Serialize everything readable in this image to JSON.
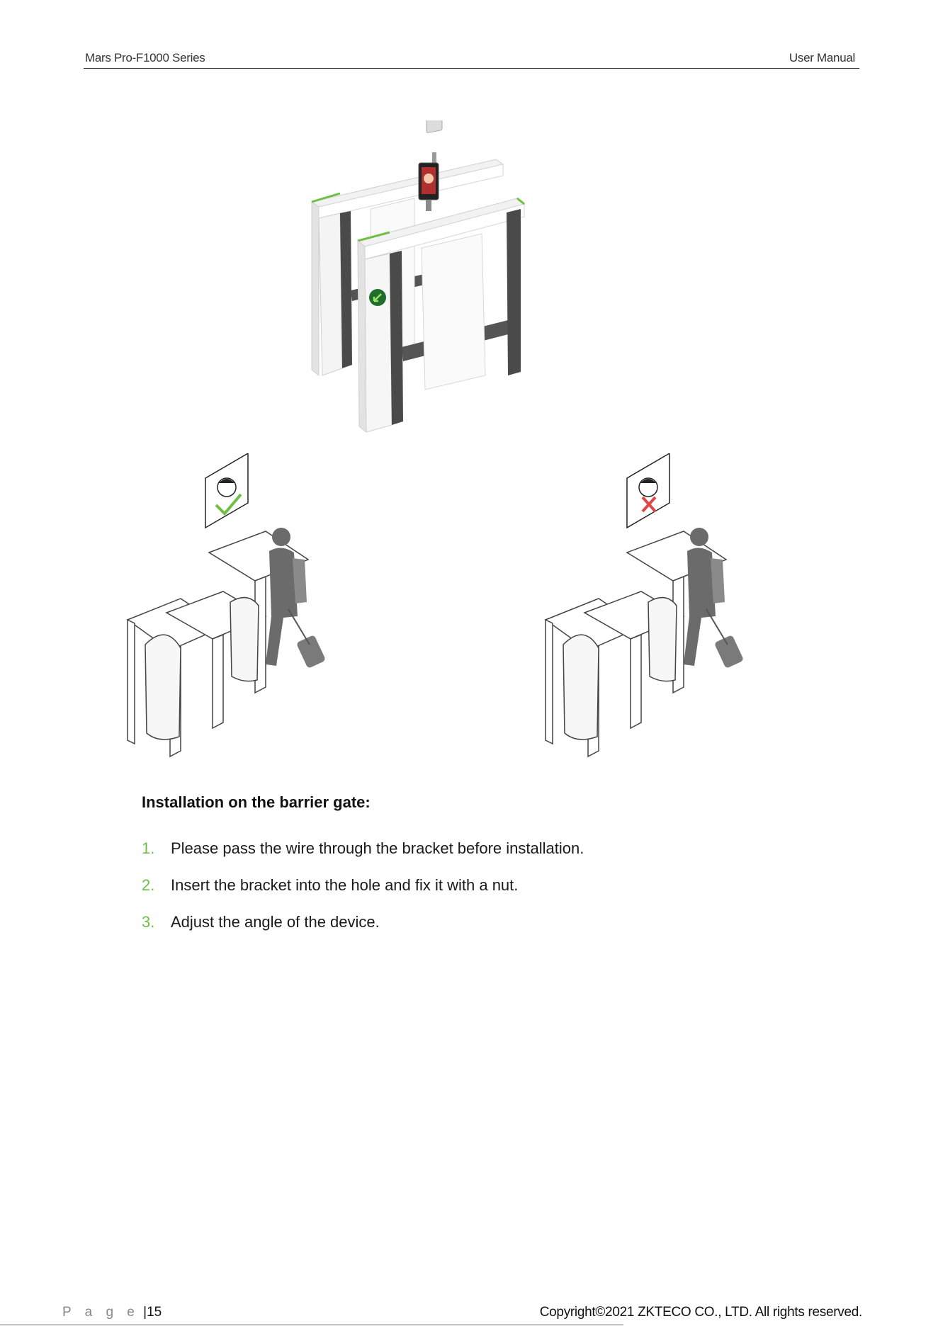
{
  "header": {
    "product": "Mars Pro-F1000 Series",
    "doc_type": "User Manual"
  },
  "section": {
    "heading": "Installation on the barrier gate:",
    "steps": [
      {
        "number": "1.",
        "text": "Please pass the wire through the bracket before installation."
      },
      {
        "number": "2.",
        "text": "Insert the bracket into the hole and fix it with a nut."
      },
      {
        "number": "3.",
        "text": "Adjust the angle of the device."
      }
    ]
  },
  "footer": {
    "page_label": "P a g e",
    "page_separator": "|",
    "page_number": "15",
    "copyright": "Copyright©2021 ZKTECO CO., LTD.  All rights reserved."
  },
  "colors": {
    "accent_green": "#6fbf44",
    "gate_dark": "#4a4a4a",
    "reject_red": "#e04848"
  }
}
